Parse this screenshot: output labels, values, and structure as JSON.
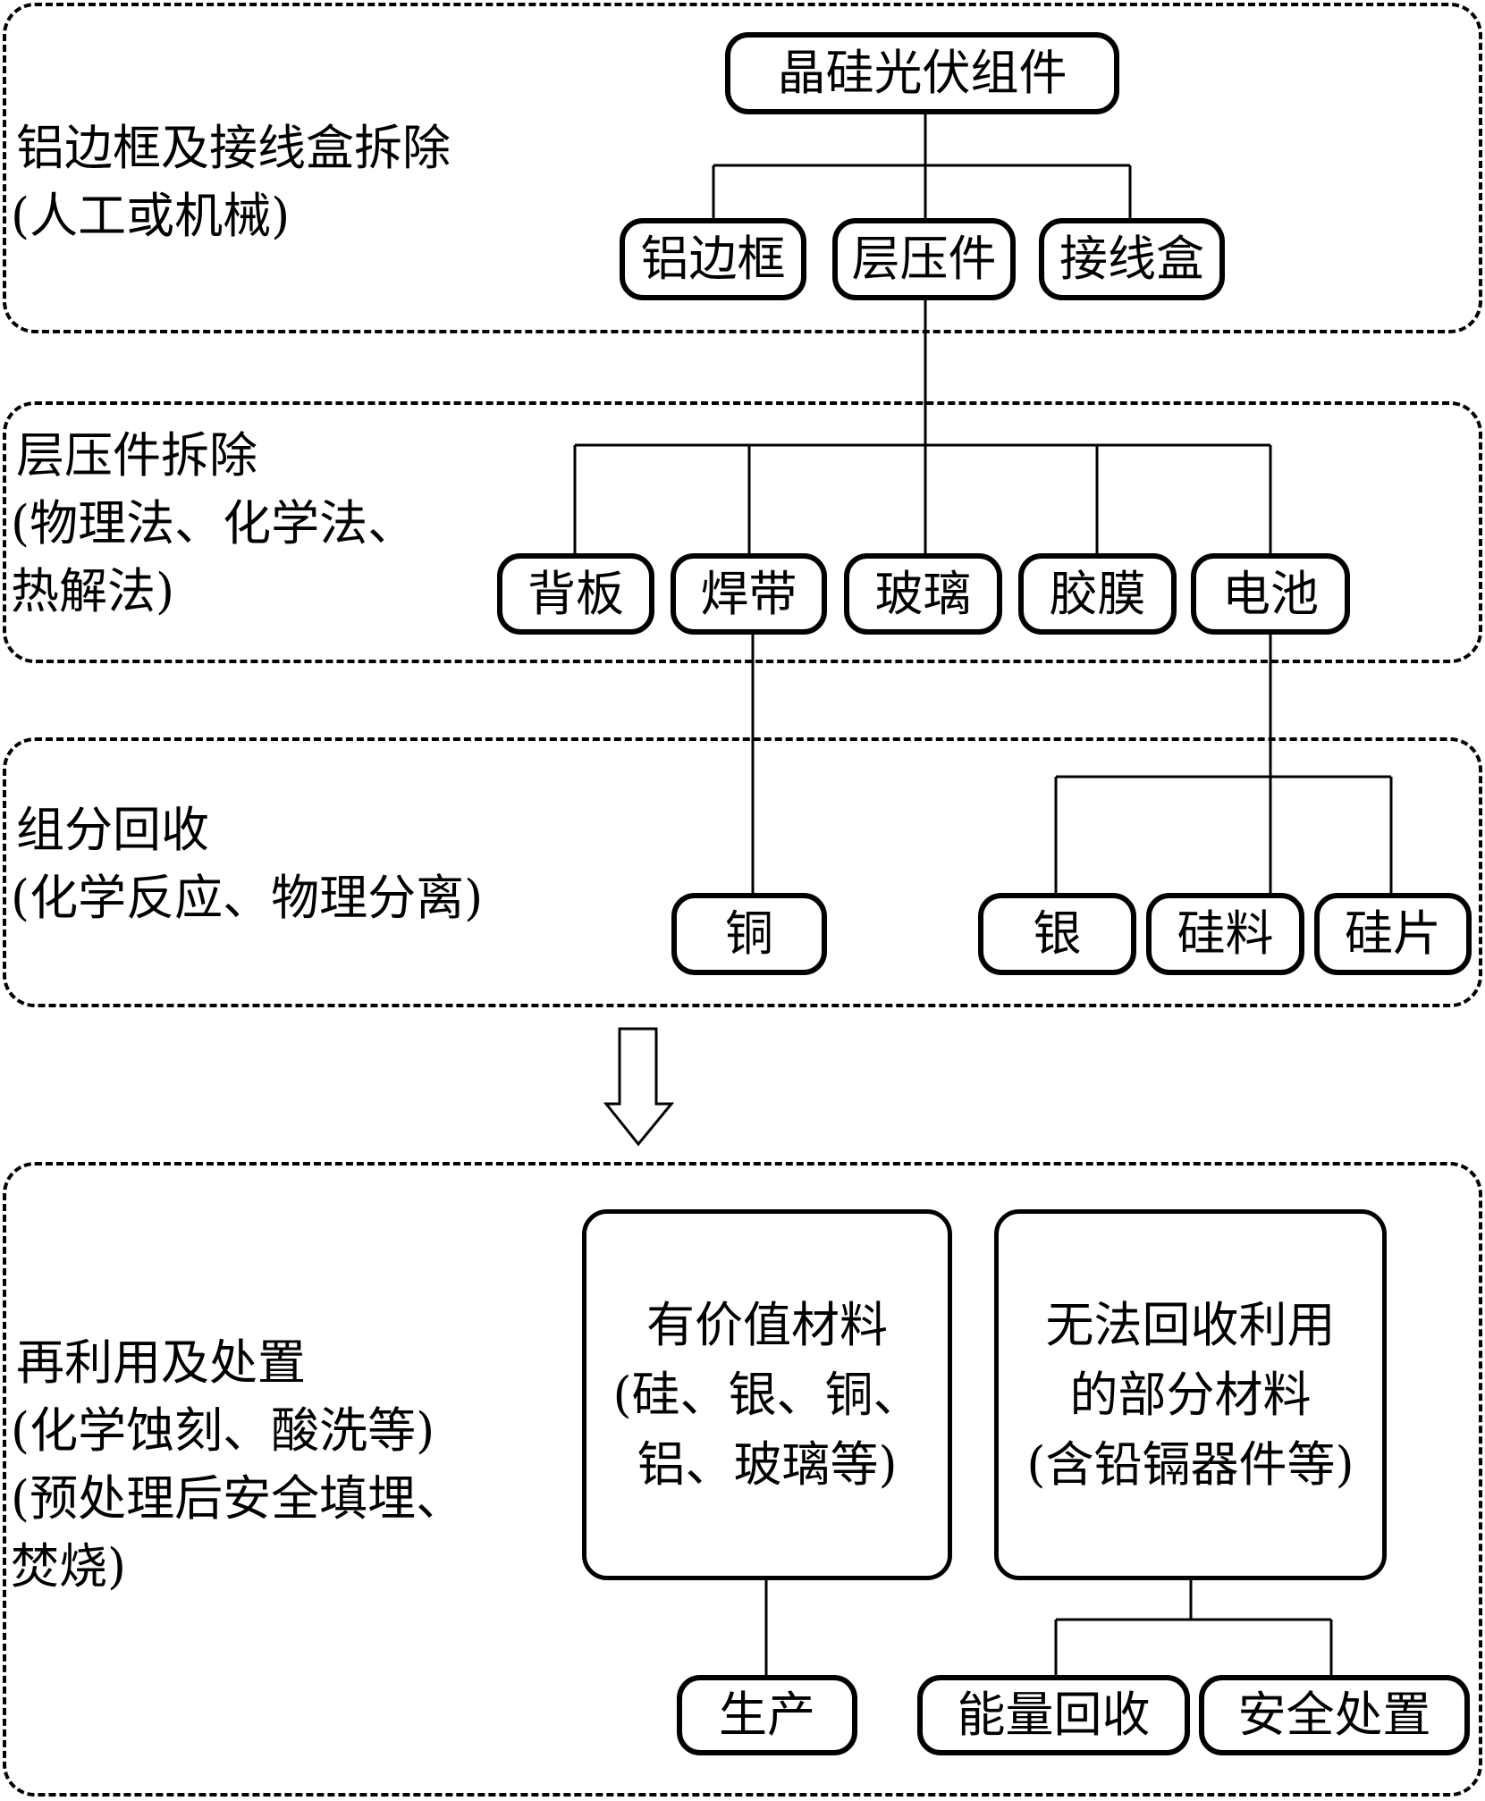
{
  "stages": [
    {
      "title": "铝边框及接线盒拆除",
      "method": "(人工或机械)"
    },
    {
      "title": "层压件拆除",
      "method": "(物理法、化学法、\n热解法)"
    },
    {
      "title": "组分回收",
      "method": "(化学反应、物理分离)"
    },
    {
      "title": "再利用及处置",
      "method": "(化学蚀刻、酸洗等)\n(预处理后安全填埋、\n焚烧)"
    }
  ],
  "nodes": {
    "root": "晶硅光伏组件",
    "frame": "铝边框",
    "laminate": "层压件",
    "junction_box": "接线盒",
    "backsheet": "背板",
    "ribbon": "焊带",
    "glass": "玻璃",
    "film": "胶膜",
    "cell": "电池",
    "copper": "铜",
    "silver": "银",
    "silicon_material": "硅料",
    "silicon_wafer": "硅片",
    "valuable": "有价值材料\n(硅、银、铜、\n铝、玻璃等)",
    "unrecyclable": "无法回收利用\n的部分材料\n(含铅镉器件等)",
    "production": "生产",
    "energy_recovery": "能量回收",
    "safe_disposal": "安全处置"
  }
}
